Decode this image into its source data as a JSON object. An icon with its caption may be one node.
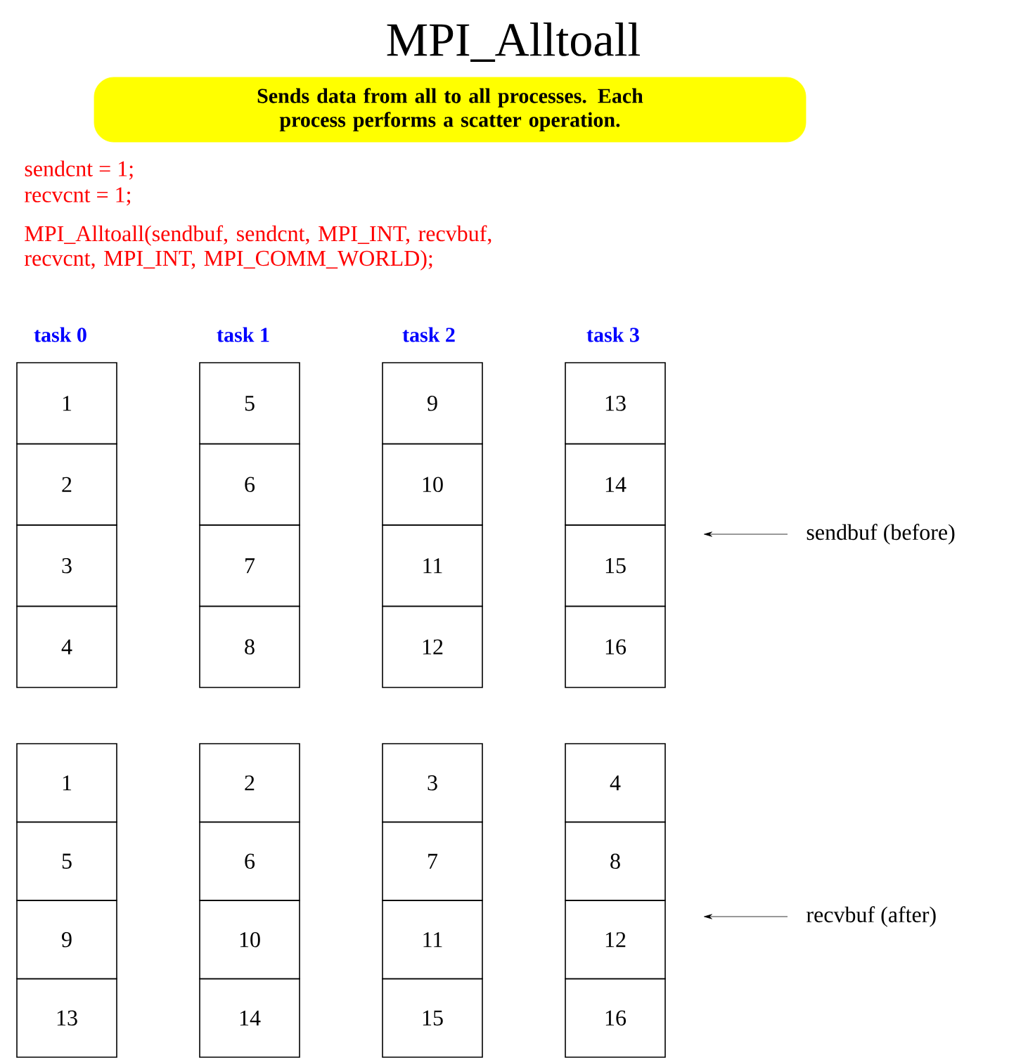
{
  "diagram": {
    "title": "MPI_Alltoall",
    "nodes": [
      {
        "text": [
          "Sends data from all to all processes.  Each process performs a scatter operation."
        ]
      },
      {
        "text": [
          "1"
        ]
      },
      {
        "text": [
          "5"
        ]
      },
      {
        "text": [
          "9"
        ]
      },
      {
        "text": [
          "13"
        ]
      },
      {
        "text": [
          "2"
        ]
      },
      {
        "text": [
          "6"
        ]
      },
      {
        "text": [
          "10"
        ]
      },
      {
        "text": [
          "14"
        ]
      },
      {
        "text": [
          "3"
        ]
      },
      {
        "text": [
          "7"
        ]
      },
      {
        "text": [
          "11"
        ]
      },
      {
        "text": [
          "15"
        ]
      },
      {
        "text": [
          "4"
        ]
      },
      {
        "text": [
          "8"
        ]
      },
      {
        "text": [
          "12"
        ]
      },
      {
        "text": [
          "16"
        ]
      },
      {
        "text": [
          "1"
        ]
      },
      {
        "text": [
          "2"
        ]
      },
      {
        "text": [
          "3"
        ]
      },
      {
        "text": [
          "4"
        ]
      },
      {
        "text": [
          "5"
        ]
      },
      {
        "text": [
          "6"
        ]
      },
      {
        "text": [
          "7"
        ]
      },
      {
        "text": [
          "8"
        ]
      },
      {
        "text": [
          "9"
        ]
      },
      {
        "text": [
          "10"
        ]
      },
      {
        "text": [
          "11"
        ]
      },
      {
        "text": [
          "12"
        ]
      },
      {
        "text": [
          "13"
        ]
      },
      {
        "text": [
          "14"
        ]
      },
      {
        "text": [
          "15"
        ]
      },
      {
        "text": [
          "16"
        ]
      },
      {
        "text": [
          "sendbuf (before)"
        ]
      },
      {
        "text": [
          "recvbuf (after)"
        ]
      }
    ],
    "edges": [
      {
        "from": 33,
        "to": null,
        "arrow": "to"
      },
      {
        "from": 34,
        "to": null,
        "arrow": "to"
      }
    ],
    "labels": [
      "sendcnt = 1;",
      "recvcnt = 1;",
      "MPI_Alltoall(sendbuf, sendcnt, MPI_INT, recvbuf, recvcnt, MPI_INT, MPI_COMM_WORLD);",
      "task 0",
      "task 1",
      "task 2",
      "task 3"
    ]
  }
}
